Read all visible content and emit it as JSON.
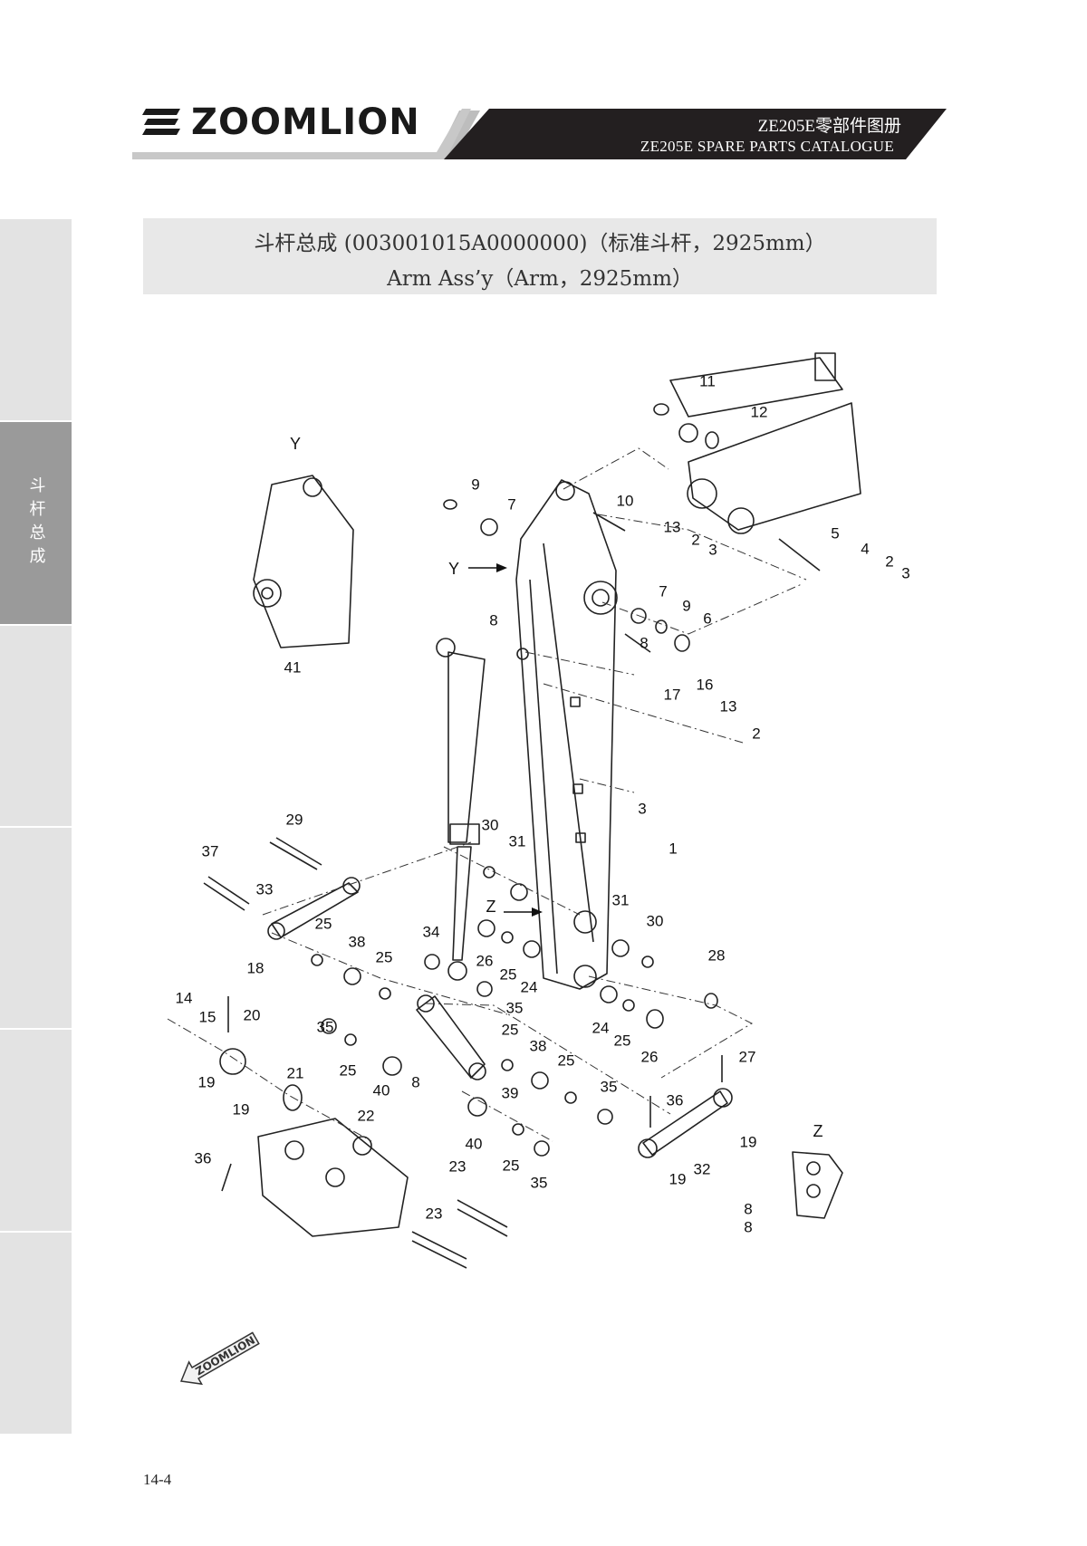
{
  "brand": {
    "logo_text": "ZOOMLION"
  },
  "header": {
    "title_cn": "ZE205E零部件图册",
    "title_en": "ZE205E SPARE PARTS CATALOGUE"
  },
  "sidebar": {
    "active_tab_label": "斗杆总成"
  },
  "title": {
    "cn": "斗杆总成 (003001015A0000000)（标准斗杆，2925mm）",
    "en": "Arm Ass’y（Arm，2925mm）"
  },
  "diagram": {
    "view_labels": [
      "Y",
      "Y",
      "Z",
      "Z"
    ],
    "callouts": [
      "11",
      "12",
      "9",
      "7",
      "10",
      "13",
      "2",
      "3",
      "5",
      "4",
      "2",
      "3",
      "7",
      "9",
      "6",
      "8",
      "17",
      "16",
      "13",
      "2",
      "3",
      "1",
      "41",
      "8",
      "29",
      "37",
      "33",
      "30",
      "31",
      "31",
      "30",
      "25",
      "38",
      "25",
      "34",
      "26",
      "25",
      "24",
      "35",
      "28",
      "18",
      "14",
      "15",
      "20",
      "35",
      "25",
      "40",
      "8",
      "39",
      "24",
      "25",
      "26",
      "25",
      "38",
      "25",
      "27",
      "21",
      "19",
      "19",
      "22",
      "36",
      "35",
      "40",
      "25",
      "35",
      "36",
      "19",
      "32",
      "19",
      "23",
      "23",
      "8",
      "8"
    ],
    "watermark_text": "ZOOMLION"
  },
  "footer": {
    "page_number": "14-4"
  },
  "colors": {
    "header_dark": "#231f20",
    "header_gray": "#bdbdbd",
    "title_box": "#e8e8e8",
    "side_tab": "#e3e3e3",
    "side_tab_active": "#9a9a9a"
  }
}
